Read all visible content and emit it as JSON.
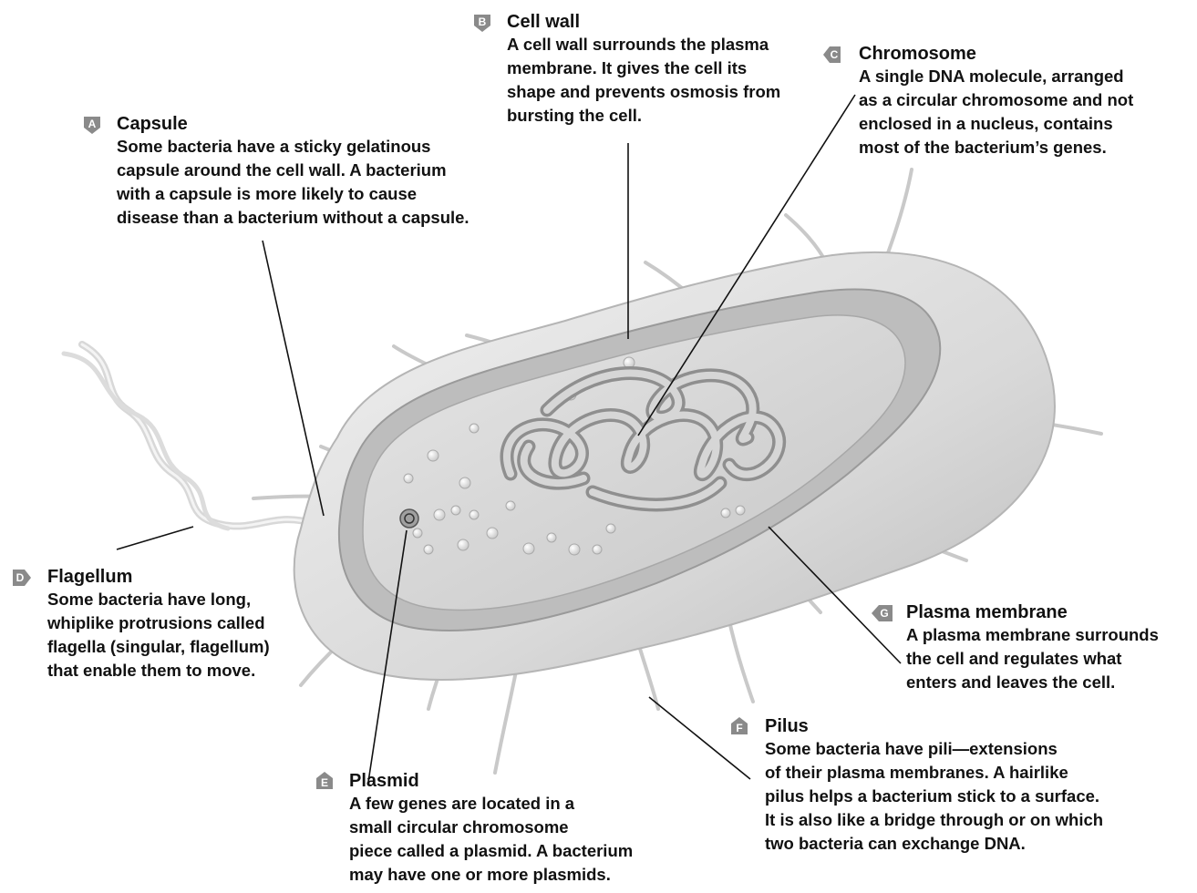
{
  "labels": {
    "capsule": {
      "letter": "A",
      "title": "Capsule",
      "lines": [
        "Some bacteria have a sticky gelatinous",
        "capsule around the cell wall. A bacterium",
        "with a capsule is more likely to cause",
        "disease than a bacterium without a capsule."
      ]
    },
    "cell_wall": {
      "letter": "B",
      "title": "Cell wall",
      "lines": [
        "A cell wall surrounds the plasma",
        "membrane. It gives the cell its",
        "shape and prevents osmosis from",
        "bursting the cell."
      ]
    },
    "chromosome": {
      "letter": "C",
      "title": "Chromosome",
      "lines": [
        "A single DNA molecule, arranged",
        "as a circular chromosome and not",
        "enclosed in a nucleus, contains",
        "most of the bacterium’s genes."
      ]
    },
    "flagellum": {
      "letter": "D",
      "title": "Flagellum",
      "lines": [
        "Some bacteria have long,",
        "whiplike protrusions called",
        "flagella (singular, flagellum)",
        "that enable them to move."
      ]
    },
    "plasmid": {
      "letter": "E",
      "title": "Plasmid",
      "lines": [
        "A few genes are located in a",
        "small circular chromosome",
        "piece called a plasmid. A bacterium",
        "may have one or more plasmids."
      ]
    },
    "pilus": {
      "letter": "F",
      "title": "Pilus",
      "lines": [
        "Some bacteria have pili—extensions",
        "of their plasma membranes. A hairlike",
        "pilus helps a bacterium stick to a surface.",
        "It is also like a bridge through or on which",
        "two bacteria can exchange DNA."
      ]
    },
    "plasma_membrane": {
      "letter": "G",
      "title": "Plasma membrane",
      "lines": [
        "A plasma membrane surrounds",
        "the cell and regulates what",
        "enters and leaves the cell."
      ]
    }
  },
  "colors": {
    "badge": "#8a8a8a",
    "leader_line": "#111111",
    "capsule_fill": "#e2e2e2",
    "cytoplasm_fill": "#d4d4d4",
    "chromosome_fill": "#bdbdbd"
  }
}
